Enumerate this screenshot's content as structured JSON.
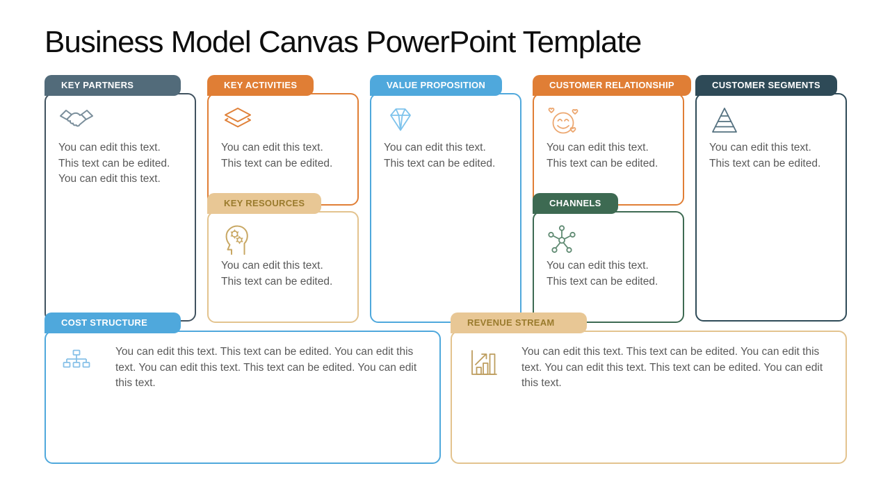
{
  "slide": {
    "title": "Business Model Canvas PowerPoint Template"
  },
  "sections": {
    "key_partners": {
      "label": "KEY PARTNERS",
      "body": "You can edit this text. This text can be edited. You can edit this text.",
      "icon": "handshake-icon",
      "header_bg": "#526B7A",
      "header_text": "#FFFFFF",
      "border_color": "#40525F",
      "icon_color": "#7A8E9B"
    },
    "key_activities": {
      "label": "KEY ACTIVITIES",
      "body": "You can edit this text. This text can be edited.",
      "icon": "layers-icon",
      "header_bg": "#E07E35",
      "header_text": "#FFFFFF",
      "border_color": "#E07E35",
      "icon_color": "#E08139"
    },
    "key_resources": {
      "label": "KEY RESOURCES",
      "body": "You can edit this text. This text can be edited.",
      "icon": "head-gears-icon",
      "header_bg": "#E8C795",
      "header_text": "#9A7B2D",
      "border_color": "#E3C38E",
      "icon_color": "#C8A763"
    },
    "value_proposition": {
      "label": "VALUE PROPOSITION",
      "body": "You can edit this text. This text can be edited.",
      "icon": "diamond-icon",
      "header_bg": "#4FA8DC",
      "header_text": "#FFFFFF",
      "border_color": "#4FA8DC",
      "icon_color": "#7EC3EC"
    },
    "customer_relationship": {
      "label": "CUSTOMER RELATIONSHIP",
      "body": "You can edit this text. This text can be edited.",
      "icon": "smiley-hearts-icon",
      "header_bg": "#E07E35",
      "header_text": "#FFFFFF",
      "border_color": "#E07E35",
      "icon_color": "#ECA770"
    },
    "channels": {
      "label": "CHANNELS",
      "body": "You can edit this text. This text can be edited.",
      "icon": "network-icon",
      "header_bg": "#3D6A52",
      "header_text": "#FFFFFF",
      "border_color": "#3D6A52",
      "icon_color": "#5F8A72"
    },
    "customer_segments": {
      "label": "CUSTOMER SEGMENTS",
      "body": "You can edit this text. This text can be edited.",
      "icon": "pyramid-icon",
      "header_bg": "#2E4A57",
      "header_text": "#FFFFFF",
      "border_color": "#2E4A57",
      "icon_color": "#53707F"
    },
    "cost_structure": {
      "label": "COST STRUCTURE",
      "body": "You can edit this text. This text can be edited. You can edit this text. You can edit this text. This text can be edited. You can edit this text.",
      "icon": "org-chart-icon",
      "header_bg": "#4FA8DC",
      "header_text": "#FFFFFF",
      "border_color": "#4FA8DC",
      "icon_color": "#86C0E8"
    },
    "revenue_stream": {
      "label": "REVENUE STREAM",
      "body": "You can edit this text. This text can be edited. You can edit this text. You can edit this text. This text can be edited. You can edit this text.",
      "icon": "bar-chart-icon",
      "header_bg": "#E8C795",
      "header_text": "#9A7B2D",
      "border_color": "#E3C38E",
      "icon_color": "#BD9D5E"
    }
  }
}
